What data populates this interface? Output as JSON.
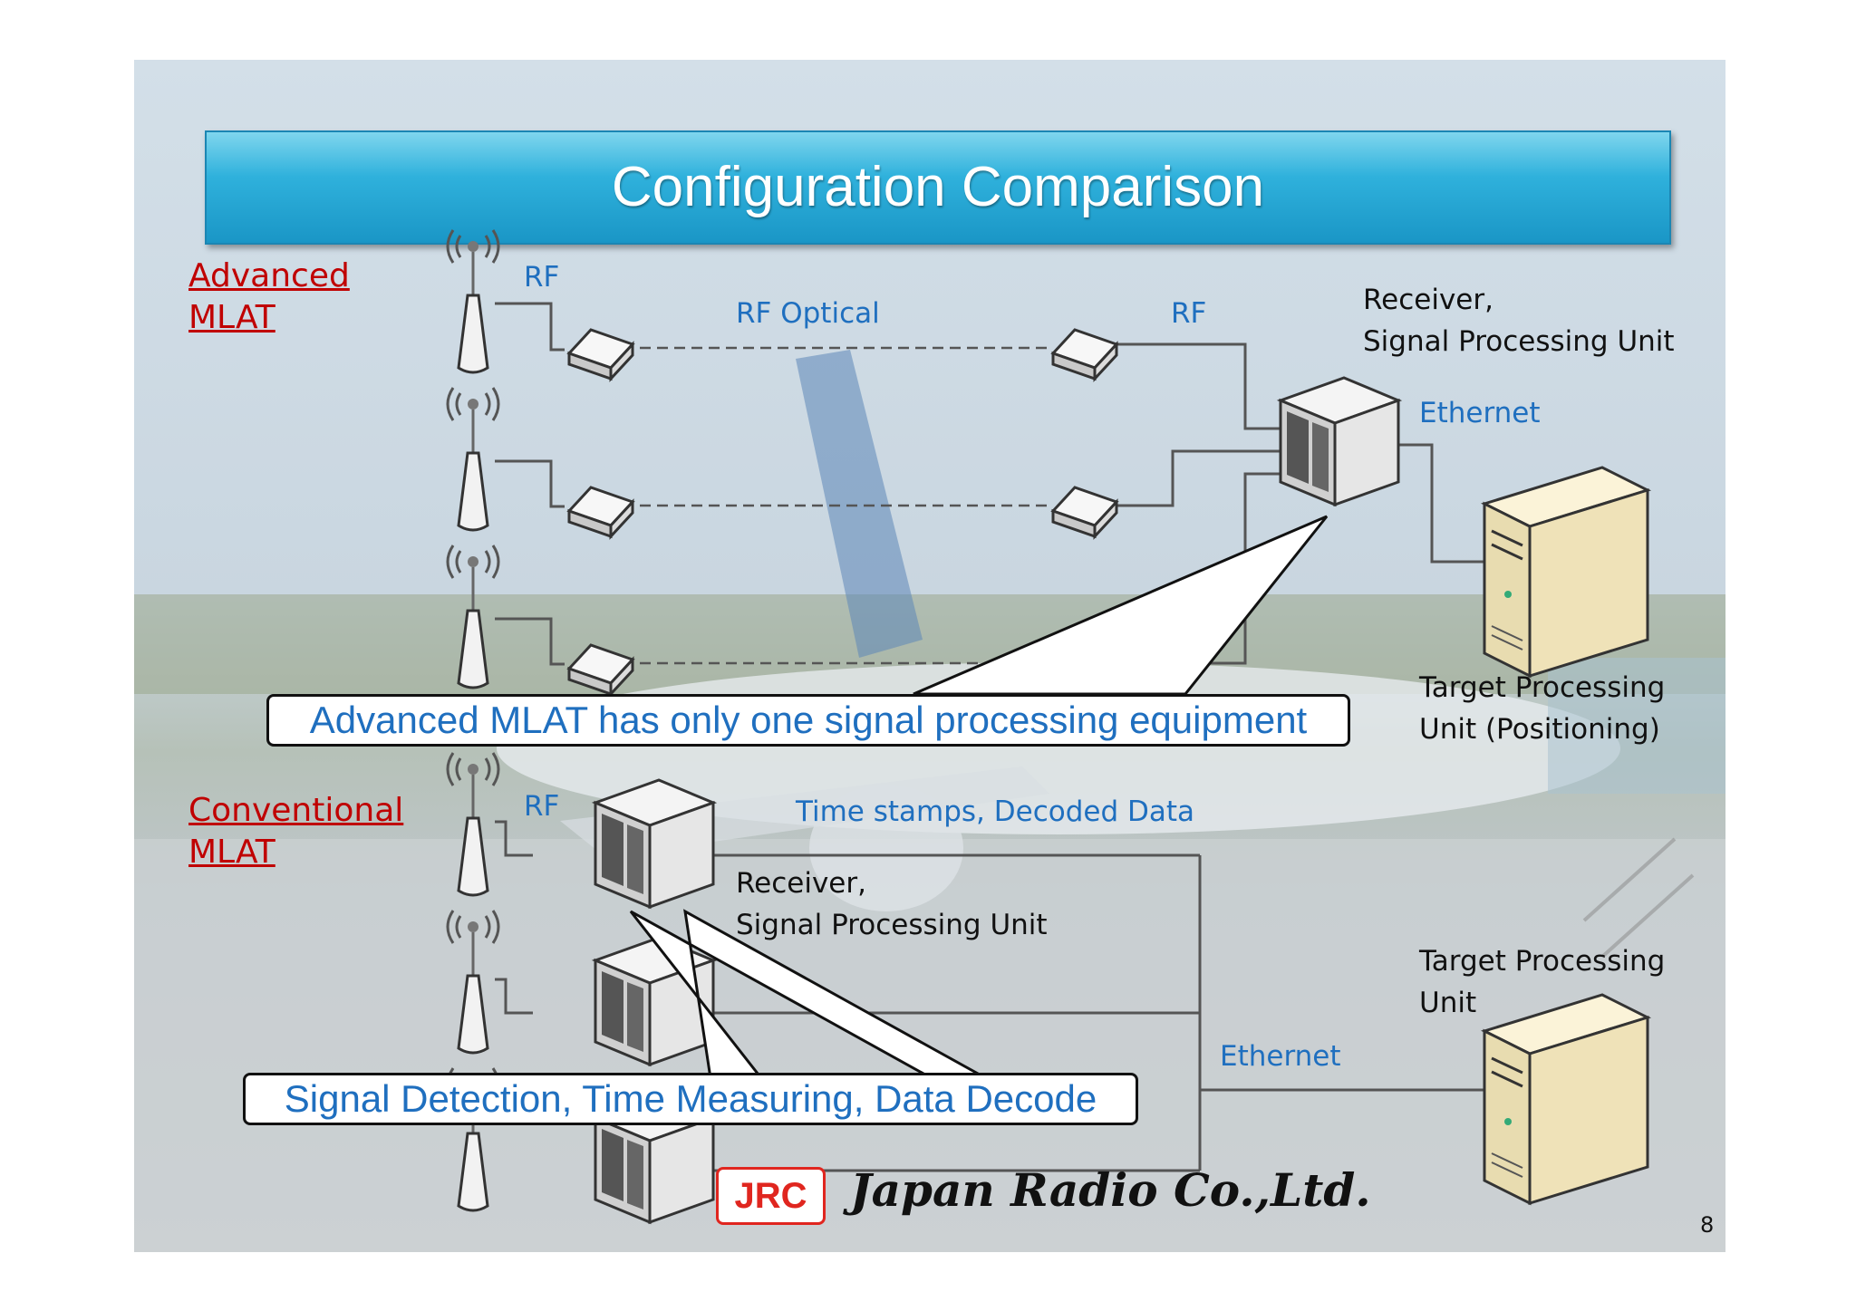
{
  "title": "Configuration Comparison",
  "sections": {
    "advanced": {
      "label_line1": "Advanced",
      "label_line2": "MLAT",
      "rf_antenna": "RF",
      "rf_optical": "RF  Optical",
      "rf_receiver": "RF",
      "receiver_line1": "Receiver,",
      "receiver_line2": "Signal Processing Unit",
      "ethernet": "Ethernet",
      "tpu_line1": "Target Processing",
      "tpu_line2": "Unit (Positioning)",
      "callout": "Advanced MLAT has only one signal processing equipment"
    },
    "conventional": {
      "label_line1": "Conventional",
      "label_line2": "MLAT",
      "rf": "RF",
      "timestamps": "Time stamps, Decoded Data",
      "receiver_line1": "Receiver,",
      "receiver_line2": "Signal Processing Unit",
      "tpu_line1": "Target Processing",
      "tpu_line2": "Unit",
      "ethernet": "Ethernet",
      "callout": "Signal Detection, Time Measuring, Data Decode"
    }
  },
  "footer": {
    "logo_text": "JRC",
    "company": "Japan Radio Co.,Ltd.",
    "page_number": "8"
  },
  "colors": {
    "title_bar": "#2fb1dc",
    "section_label": "#c00000",
    "blue_text": "#1f6fbf",
    "logo_red": "#e0261f"
  }
}
